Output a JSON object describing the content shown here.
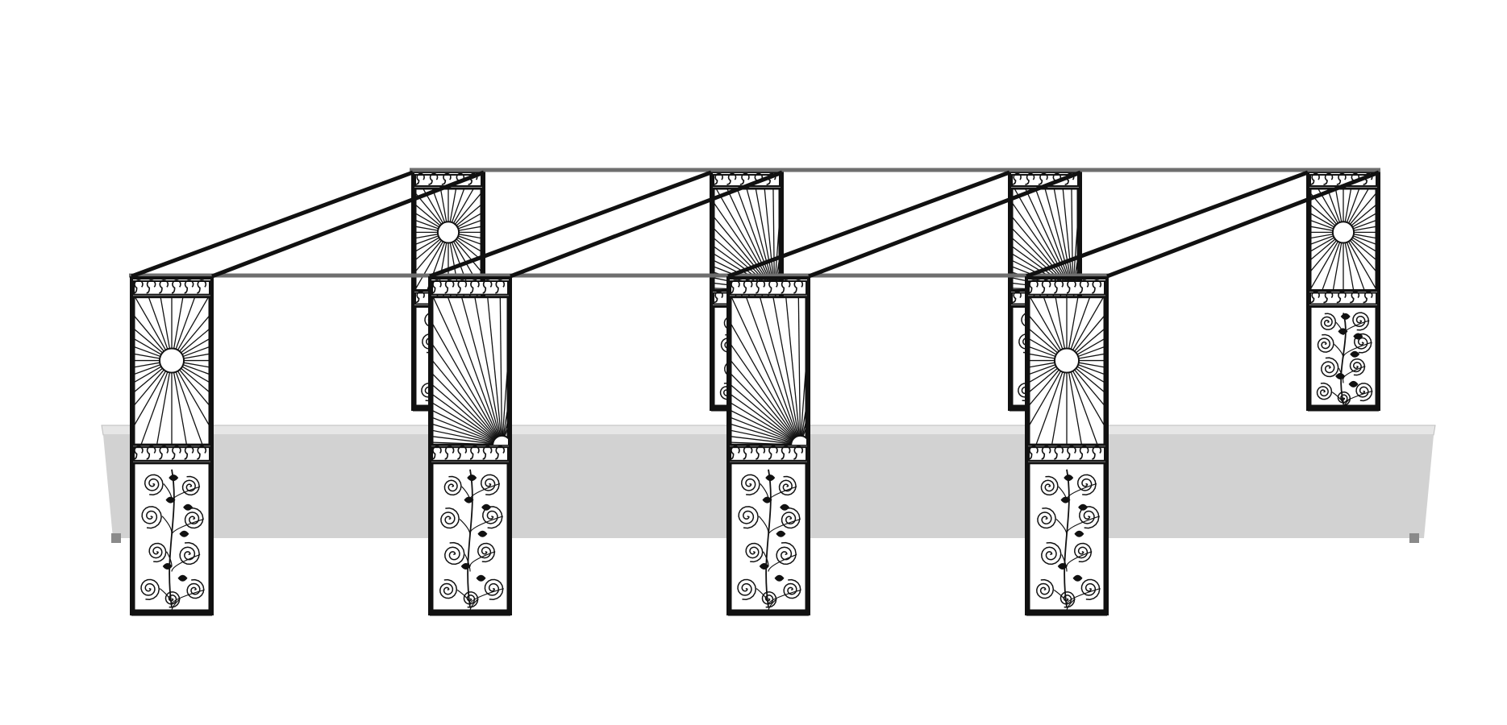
{
  "scene": {
    "colors": {
      "background": "#ffffff",
      "iron": "#111111",
      "beam": "#6e6e6e",
      "counter_top": "#e6e6e6",
      "counter_front": "#d2d2d2",
      "counter_edge": "#bdbdbd",
      "panel_fill": "#ffffff"
    },
    "front_pillars": [
      {
        "id": "front-1",
        "sun": "full-sun"
      },
      {
        "id": "front-2",
        "sun": "rising-sun"
      },
      {
        "id": "front-3",
        "sun": "rising-sun"
      },
      {
        "id": "front-4",
        "sun": "full-sun"
      }
    ],
    "back_pillars": [
      {
        "id": "back-1",
        "sun": "full-sun"
      },
      {
        "id": "back-2",
        "sun": "rising-sun"
      },
      {
        "id": "back-3",
        "sun": "rising-sun"
      },
      {
        "id": "back-4",
        "sun": "full-sun"
      }
    ]
  }
}
